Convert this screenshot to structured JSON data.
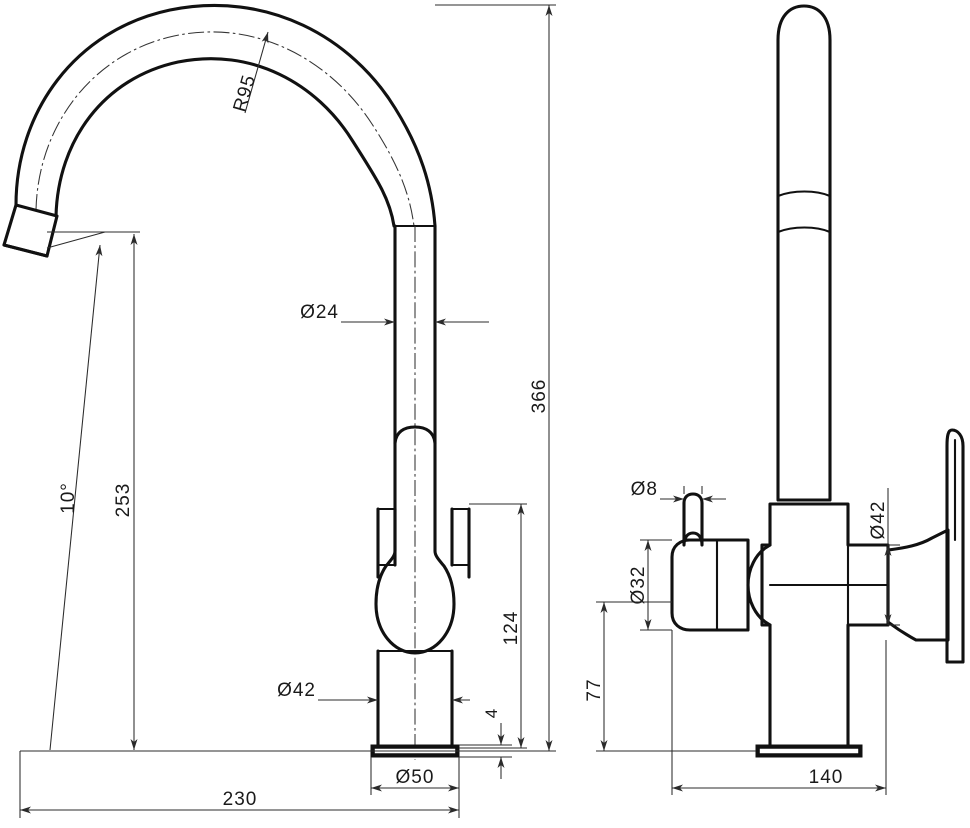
{
  "document": {
    "type": "engineering-drawing",
    "subject": "kitchen-mixer-faucet",
    "units": "mm",
    "views": [
      "front-elevation",
      "side-elevation"
    ],
    "background_color": "#ffffff",
    "line_color": "#111111",
    "dimension_color": "#2b2b2b"
  },
  "front_view": {
    "name": "front-elevation",
    "dimensions": {
      "radius_spout": "R95",
      "tube_diameter": "Ø24",
      "body_diameter": "Ø42",
      "base_diameter": "Ø50",
      "overall_height": "366",
      "spout_outlet_height": "253",
      "body_height": "124",
      "base_thickness": "4",
      "reach": "230",
      "outlet_angle": "10°"
    }
  },
  "side_view": {
    "name": "side-elevation",
    "dimensions": {
      "pin_diameter": "Ø8",
      "handle_hub_diameter": "Ø32",
      "valve_diameter": "Ø42",
      "handle_height": "77",
      "depth": "140"
    }
  },
  "dimension_list": [
    {
      "id": "r95",
      "label": "R95",
      "view": "front",
      "kind": "radius"
    },
    {
      "id": "d24",
      "label": "Ø24",
      "view": "front",
      "kind": "diameter"
    },
    {
      "id": "h366",
      "label": "366",
      "view": "front",
      "kind": "linear"
    },
    {
      "id": "h253",
      "label": "253",
      "view": "front",
      "kind": "linear"
    },
    {
      "id": "a10",
      "label": "10°",
      "view": "front",
      "kind": "angular"
    },
    {
      "id": "h124",
      "label": "124",
      "view": "front",
      "kind": "linear"
    },
    {
      "id": "d42f",
      "label": "Ø 42",
      "view": "front",
      "kind": "diameter"
    },
    {
      "id": "t4",
      "label": "4",
      "view": "front",
      "kind": "linear"
    },
    {
      "id": "d50",
      "label": "Ø 50",
      "view": "front",
      "kind": "diameter"
    },
    {
      "id": "w230",
      "label": "230",
      "view": "front",
      "kind": "linear"
    },
    {
      "id": "d8",
      "label": "Ø 8",
      "view": "side",
      "kind": "diameter"
    },
    {
      "id": "d32",
      "label": "Ø 32",
      "view": "side",
      "kind": "diameter"
    },
    {
      "id": "d42s",
      "label": "Ø 42",
      "view": "side",
      "kind": "diameter"
    },
    {
      "id": "h77",
      "label": "77",
      "view": "side",
      "kind": "linear"
    },
    {
      "id": "w140",
      "label": "140",
      "view": "side",
      "kind": "linear"
    }
  ]
}
